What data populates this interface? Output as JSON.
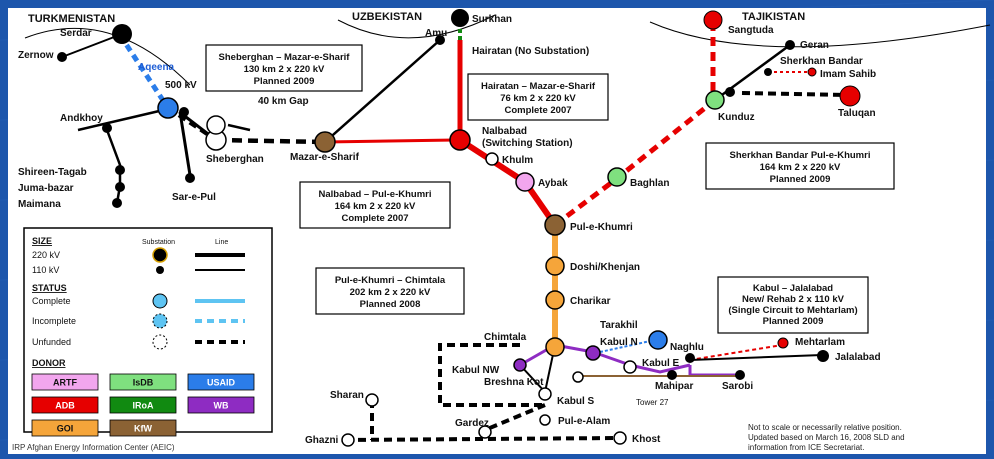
{
  "countries": {
    "turkmenistan": "TURKMENISTAN",
    "uzbekistan": "UZBEKISTAN",
    "tajikistan": "TAJIKISTAN"
  },
  "places": {
    "serdar": "Serdar",
    "zernow": "Zernow",
    "aqeena": "Aqeena",
    "kv500": "500 kV",
    "andkhoy": "Andkhoy",
    "shireen_tagab": "Shireen-Tagab",
    "juma_bazar": "Juma-bazar",
    "maimana": "Maimana",
    "sar_e_pul": "Sar-e-Pul",
    "sheberghan": "Sheberghan",
    "gap": "40 km Gap",
    "mazar": "Mazar-e-Sharif",
    "amu": "Amu",
    "surkhan": "Surkhan",
    "hairatan": "Hairatan (No Substation)",
    "nalbabad_1": "Nalbabad",
    "nalbabad_2": "(Switching Station)",
    "khulm": "Khulm",
    "aybak": "Aybak",
    "baghlan": "Baghlan",
    "pul_e_khumri": "Pul-e-Khumri",
    "doshi": "Doshi/Khenjan",
    "charikar": "Charikar",
    "chimtala": "Chimtala",
    "kabul_nw": "Kabul NW",
    "kabul_n": "Kabul N",
    "tarakhil": "Tarakhil",
    "kabul_e": "Kabul E",
    "breshna_kot": "Breshna Kot",
    "kabul_s": "Kabul S",
    "tower27": "Tower 27",
    "naghlu": "Naghlu",
    "mahipar": "Mahipar",
    "sarobi": "Sarobi",
    "mehtarlam": "Mehtarlam",
    "jalalabad": "Jalalabad",
    "sharan": "Sharan",
    "ghazni": "Ghazni",
    "gardez": "Gardez",
    "pul_e_alam": "Pul-e-Alam",
    "khost": "Khost",
    "sangtuda": "Sangtuda",
    "geran": "Geran",
    "sherkhan_bandar": "Sherkhan Bandar",
    "imam_sahib": "Imam Sahib",
    "kunduz": "Kunduz",
    "taluqan": "Taluqan"
  },
  "boxes": {
    "sheberghan_mazar": [
      "Sheberghan – Mazar-e-Sharif",
      "130 km 2 x 220 kV",
      "Planned 2009"
    ],
    "hairatan_mazar": [
      "Hairatan – Mazar-e-Sharif",
      "76 km 2 x 220 kV",
      "Complete 2007"
    ],
    "nalbabad_pul": [
      "Nalbabad – Pul-e-Khumri",
      "164 km 2 x 220 kV",
      "Complete 2007"
    ],
    "sherkhan_pul": [
      "Sherkhan Bandar   Pul-e-Khumri",
      "164 km 2 x 220 kV",
      "Planned 2009"
    ],
    "pul_chimtala": [
      "Pul-e-Khumri – Chimtala",
      "202 km 2 x 220 kV",
      "Planned 2008"
    ],
    "kabul_jalalabad": [
      "Kabul – Jalalabad",
      "New/ Rehab 2 x 110 kV",
      "(Single Circuit to Mehtarlam)",
      "Planned 2009"
    ]
  },
  "legend": {
    "size_title": "SIZE",
    "substation_header": "Substation",
    "line_header": "Line",
    "kv220": "220 kV",
    "kv110": "110 kV",
    "status_title": "STATUS",
    "complete": "Complete",
    "incomplete": "Incomplete",
    "unfunded": "Unfunded",
    "donor_title": "DONOR",
    "donors": [
      {
        "label": "ARTF",
        "color": "#f2a6ee"
      },
      {
        "label": "IsDB",
        "color": "#7fe07f"
      },
      {
        "label": "USAID",
        "color": "#2b7de9"
      },
      {
        "label": "ADB",
        "color": "#e60000"
      },
      {
        "label": "IRoA",
        "color": "#118a11"
      },
      {
        "label": "WB",
        "color": "#8e2cc2"
      },
      {
        "label": "GOI",
        "color": "#f5a53a"
      },
      {
        "label": "KfW",
        "color": "#8b6234"
      }
    ]
  },
  "footer": {
    "source": "IRP Afghan Energy Information Center (AEIC)",
    "note_1": "Not to scale or necessarily relative position.",
    "note_2": "Updated based on March 16, 2008 SLD and",
    "note_3": "information from ICE Secretariat."
  },
  "colors": {
    "background": "#1d56ac",
    "panel": "#ffffff",
    "adb_red": "#e60000",
    "goi_orange": "#f5a53a",
    "kfw_brown": "#8b6234",
    "isdb_green": "#7fe07f",
    "usaid_blue": "#2b7de9",
    "artf_pink": "#f2a6ee",
    "wb_purple": "#8e2cc2",
    "black": "#000000"
  }
}
